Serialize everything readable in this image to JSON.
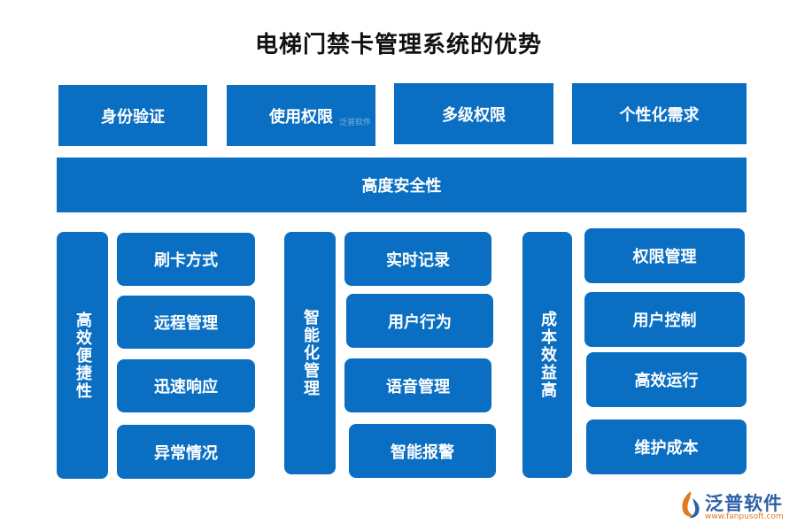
{
  "title": "电梯门禁卡管理系统的优势",
  "top_row": [
    "身份验证",
    "使用权限",
    "多级权限",
    "个性化需求"
  ],
  "banner": "高度安全性",
  "groups": [
    {
      "label": "高效便捷性",
      "items": [
        "刷卡方式",
        "远程管理",
        "迅速响应",
        "异常情况"
      ]
    },
    {
      "label": "智能化管理",
      "items": [
        "实时记录",
        "用户行为",
        "语音管理",
        "智能报警"
      ]
    },
    {
      "label": "成本效益高",
      "items": [
        "权限管理",
        "用户控制",
        "高效运行",
        "维护成本"
      ]
    }
  ],
  "watermark": "泛普软件",
  "logo": {
    "name": "泛普软件",
    "url": "www.fanpusoft.com"
  },
  "colors": {
    "box": "#0A6FC2",
    "logo_blue": "#2B5FA8",
    "logo_orange": "#E07A1F"
  }
}
